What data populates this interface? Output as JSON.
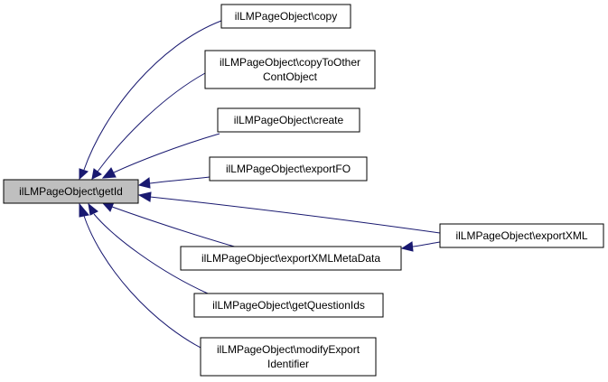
{
  "diagram": {
    "edge_color": "#191970",
    "root_fill": "#bfbfbf",
    "nodes": [
      {
        "id": "getId",
        "lines": [
          "ilLMPageObject\\getId"
        ]
      },
      {
        "id": "copy",
        "lines": [
          "ilLMPageObject\\copy"
        ]
      },
      {
        "id": "copyToOther",
        "lines": [
          "ilLMPageObject\\copyToOther",
          "ContObject"
        ]
      },
      {
        "id": "create",
        "lines": [
          "ilLMPageObject\\create"
        ]
      },
      {
        "id": "exportFO",
        "lines": [
          "ilLMPageObject\\exportFO"
        ]
      },
      {
        "id": "exportXMLMetaData",
        "lines": [
          "ilLMPageObject\\exportXMLMetaData"
        ]
      },
      {
        "id": "getQuestionIds",
        "lines": [
          "ilLMPageObject\\getQuestionIds"
        ]
      },
      {
        "id": "modifyExport",
        "lines": [
          "ilLMPageObject\\modifyExport",
          "Identifier"
        ]
      },
      {
        "id": "exportXML",
        "lines": [
          "ilLMPageObject\\exportXML"
        ]
      }
    ],
    "edges": [
      {
        "from": "copy",
        "to": "getId"
      },
      {
        "from": "copyToOther",
        "to": "getId"
      },
      {
        "from": "create",
        "to": "getId"
      },
      {
        "from": "exportFO",
        "to": "getId"
      },
      {
        "from": "exportXML",
        "to": "getId"
      },
      {
        "from": "exportXMLMetaData",
        "to": "getId"
      },
      {
        "from": "getQuestionIds",
        "to": "getId"
      },
      {
        "from": "modifyExport",
        "to": "getId"
      },
      {
        "from": "exportXML",
        "to": "exportXMLMetaData"
      }
    ]
  }
}
